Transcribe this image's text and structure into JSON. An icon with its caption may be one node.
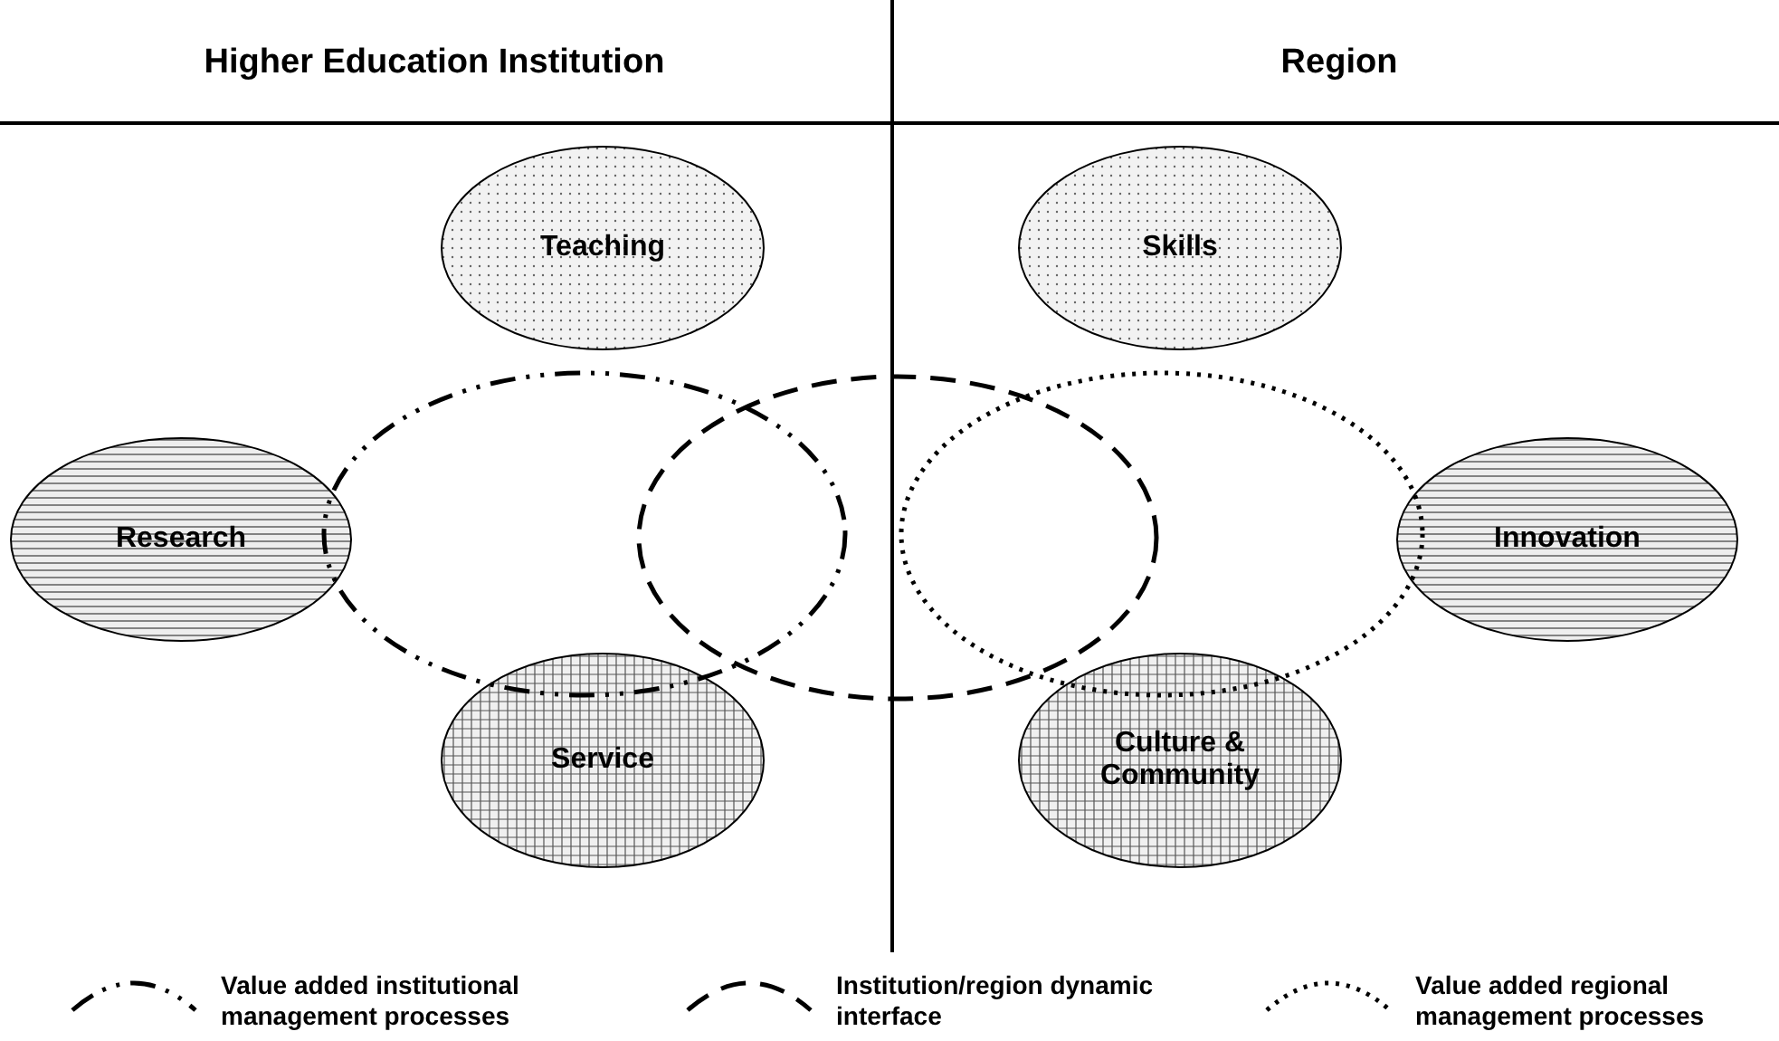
{
  "diagram": {
    "nodes": [
      {
        "text": [
          "Teaching"
        ]
      },
      {
        "text": [
          "Skills"
        ]
      },
      {
        "text": [],
        "shape": "ellipse"
      },
      {
        "text": [],
        "shape": "ellipse"
      },
      {
        "text": [],
        "shape": "ellipse"
      },
      {
        "text": [
          "Research"
        ]
      },
      {
        "text": [
          "Innovation"
        ]
      },
      {
        "text": [
          "Service"
        ]
      },
      {
        "text": [
          "Culture & Community"
        ]
      }
    ],
    "labels": [
      "Higher Education Institution",
      "Region"
    ],
    "legend": [
      {
        "text": "Value added institutional management processes"
      },
      {
        "text": "Institution/region dynamic interface"
      },
      {
        "text": "Value added regional management processes"
      }
    ]
  }
}
